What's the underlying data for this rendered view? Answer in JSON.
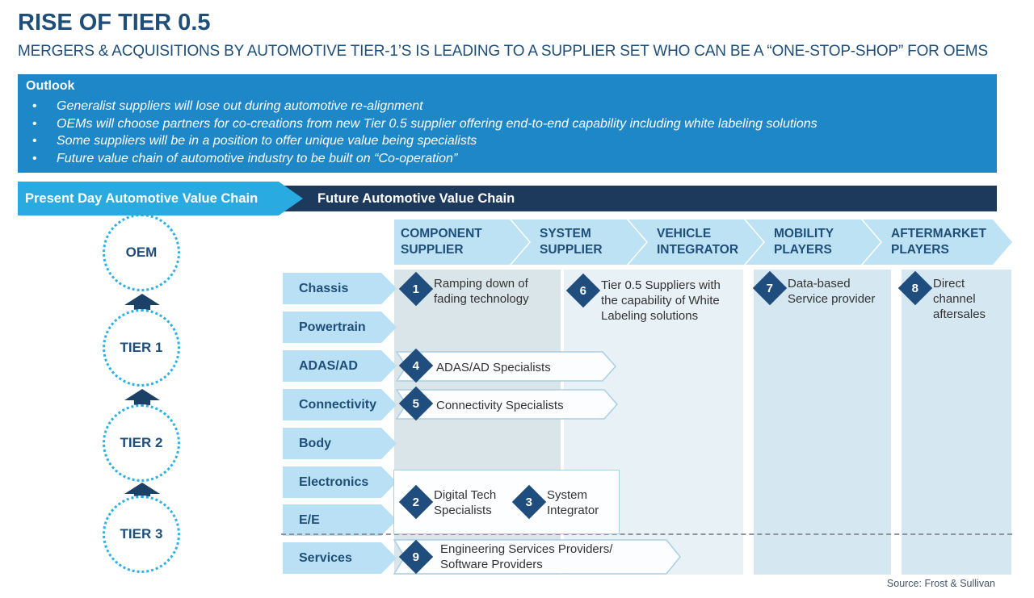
{
  "title": "RISE OF TIER 0.5",
  "subtitle": "MERGERS & ACQUISITIONS BY AUTOMOTIVE TIER-1’S IS LEADING TO A SUPPLIER SET WHO CAN BE A “ONE-STOP-SHOP” FOR OEMS",
  "outlook": {
    "heading": "Outlook",
    "bullets": [
      "Generalist suppliers will lose out during automotive re-alignment",
      "OEMs will choose partners for co-creations from new Tier 0.5 supplier offering end-to-end capability including white labeling solutions",
      "Some suppliers will be in a position to offer unique value being specialists",
      "Future value  chain of automotive industry to be built on “Co-operation”"
    ]
  },
  "banners": {
    "present": "Present Day Automotive Value Chain",
    "future": "Future Automotive Value Chain"
  },
  "tiers": [
    "OEM",
    "TIER 1",
    "TIER 2",
    "TIER 3"
  ],
  "columns": [
    "COMPONENT\nSUPPLIER",
    "SYSTEM\nSUPPLIER",
    "VEHICLE\nINTEGRATOR",
    "MOBILITY\nPLAYERS",
    "AFTERMARKET\nPLAYERS"
  ],
  "categories": [
    "Chassis",
    "Powertrain",
    "ADAS/AD",
    "Connectivity",
    "Body",
    "Electronics",
    "E/E",
    "Services"
  ],
  "markers": {
    "m1": {
      "num": "1",
      "text": "Ramping down of\nfading technology"
    },
    "m2": {
      "num": "2",
      "text": "Digital Tech\nSpecialists"
    },
    "m3": {
      "num": "3",
      "text": "System\nIntegrator"
    },
    "m4": {
      "num": "4",
      "text": "ADAS/AD Specialists"
    },
    "m5": {
      "num": "5",
      "text": "Connectivity Specialists"
    },
    "m6": {
      "num": "6",
      "text": "Tier 0.5 Suppliers with\nthe capability of White\nLabeling solutions"
    },
    "m7": {
      "num": "7",
      "text": "Data-based\nService provider"
    },
    "m8": {
      "num": "8",
      "text": "Direct\nchannel\naftersales"
    },
    "m9": {
      "num": "9",
      "text": "Engineering Services Providers/\nSoftware Providers"
    }
  },
  "source": "Source: Frost & Sullivan",
  "colors": {
    "title_navy": "#1F4E79",
    "outlook_blue": "#1E87C7",
    "present_cyan": "#29ABE2",
    "future_navy": "#1D3A5C",
    "chevron_light_blue": "#BCE2F4",
    "band_component": "#DAE5EA",
    "band_system_vehicle": "#E8F1F6",
    "band_mobility_aftermarket": "#D5E7F0",
    "diamond_navy": "#1F4D7D",
    "circle_dot_cyan": "#2BB0E8"
  }
}
